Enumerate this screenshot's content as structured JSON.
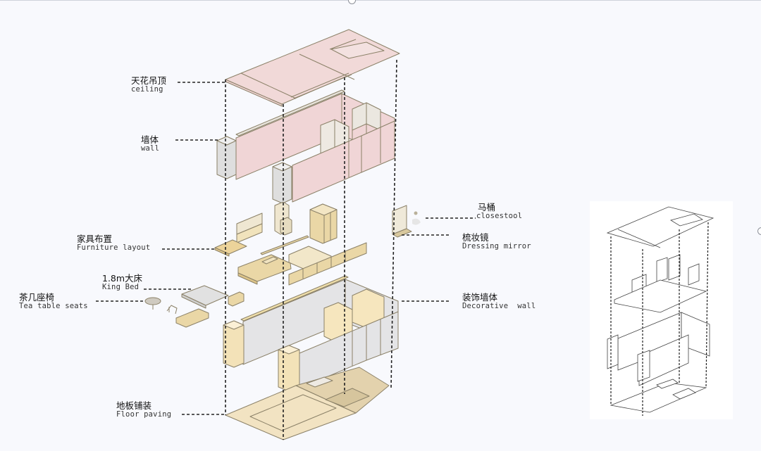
{
  "diagram": {
    "type": "exploded-axonometric-interior",
    "colors": {
      "ceiling": "#f1d9d8",
      "wall": "#f0d5d6",
      "column": "#dcdcdc",
      "furniture": "#ead7a6",
      "decorative_wall": "#e4e4e6",
      "decorative_column": "#f3e2b8",
      "floor": "#f2e3c2",
      "floor_dark": "#e3d2ad",
      "outline": "#8b8168",
      "background": "#f8f9fd"
    },
    "labels": [
      {
        "id": "ceiling",
        "zh": "天花吊顶",
        "en": "ceiling"
      },
      {
        "id": "wall",
        "zh": "墙体",
        "en": "wall"
      },
      {
        "id": "furniture",
        "zh": "家具布置",
        "en": "Furniture layout"
      },
      {
        "id": "king-bed",
        "zh": "1.8m大床",
        "en": "King Bed"
      },
      {
        "id": "tea-table",
        "zh": "茶几座椅",
        "en": "Tea table seats"
      },
      {
        "id": "closestool",
        "zh": "马桶",
        "en": "closestool"
      },
      {
        "id": "dressing-mirror",
        "zh": "梳妆镜",
        "en": "Dressing mirror"
      },
      {
        "id": "decorative-wall",
        "zh": "装饰墙体",
        "en": "Decorative  wall"
      },
      {
        "id": "floor",
        "zh": "地板铺装",
        "en": "Floor paving"
      }
    ],
    "thumbnail": {
      "style": "line-drawing"
    }
  }
}
